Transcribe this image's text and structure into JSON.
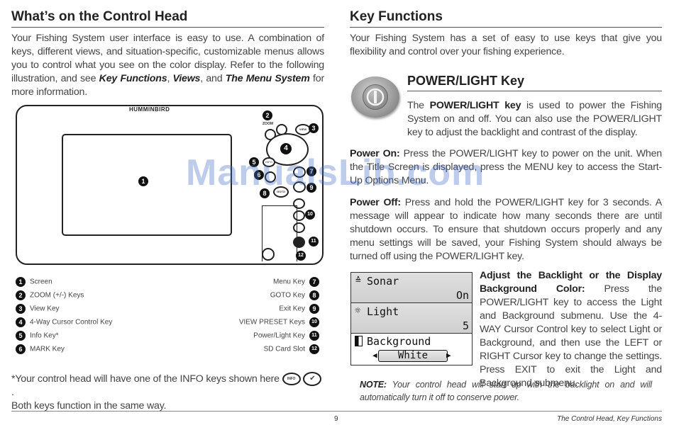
{
  "left": {
    "title": "What’s on the Control Head",
    "intro": {
      "text1": "Your Fishing System user interface is easy to use. A combination of keys, different views, and situation-specific, customizable menus allows you to control what you see on the color display. Refer to the following illustration, and see ",
      "link1": "Key Functions",
      "sep1": ", ",
      "link2": "Views",
      "sep2": ", and ",
      "link3": "The Menu System",
      "text2": " for more information."
    },
    "device": {
      "brand": "HUMMINBIRD",
      "zoom_label": "ZOOM",
      "view_key": "VIEW",
      "info_key": "INFO",
      "goto_key": "GOTO",
      "marks": [
        "1",
        "2",
        "3",
        "4",
        "5",
        "6",
        "7",
        "8",
        "9",
        "10",
        "11",
        "12"
      ]
    },
    "legend_left": [
      {
        "num": "1",
        "label": "Screen"
      },
      {
        "num": "2",
        "label": "ZOOM (+/-) Keys"
      },
      {
        "num": "3",
        "label": "View Key"
      },
      {
        "num": "4",
        "label": "4-Way Cursor Control Key"
      },
      {
        "num": "5",
        "label": "Info Key*"
      },
      {
        "num": "6",
        "label": "MARK Key"
      }
    ],
    "legend_right": [
      {
        "num": "7",
        "label": "Menu Key"
      },
      {
        "num": "8",
        "label": "GOTO Key"
      },
      {
        "num": "9",
        "label": "Exit Key"
      },
      {
        "num": "10",
        "label": "VIEW PRESET Keys"
      },
      {
        "num": "11",
        "label": "Power/Light Key"
      },
      {
        "num": "12",
        "label": "SD Card Slot"
      }
    ],
    "note_line1": "*Your control head will have one of the INFO keys shown here",
    "note_line2": "Both keys function in the same way.",
    "note_period": "."
  },
  "right": {
    "title": "Key Functions",
    "intro": "Your Fishing System has a set of easy to use keys that give you flexibility and control over your fishing experience.",
    "subtitle": "POWER/LIGHT Key",
    "p1_pre": "The ",
    "p1_bold": "POWER/LIGHT key",
    "p1_post": " is used to power the Fishing System on and off. You can also use the POWER/LIGHT key to adjust the backlight and contrast of the display.",
    "power_on_label": "Power On:",
    "power_on_text": " Press the POWER/LIGHT key to power on the unit. When the Title Screen is displayed, press the MENU key to access the Start-Up Options Menu.",
    "power_off_label": "Power Off:",
    "power_off_text": " Press and hold the POWER/LIGHT key for 3 seconds. A message will appear to indicate how many seconds there are until shutdown occurs. To ensure that shutdown occurs properly and any menu settings will be saved, your Fishing System should always be turned off using the POWER/LIGHT key.",
    "menu": {
      "sonar": "Sonar",
      "sonar_val": "On",
      "light": "Light",
      "light_val": "5",
      "background": "Background",
      "background_val": "White"
    },
    "adjust_label": "Adjust the Backlight or the Display Background Color:",
    "adjust_text": " Press the POWER/LIGHT key to access the Light and Background submenu. Use the 4-WAY Cursor Control key to select Light or Background, and then use the LEFT or RIGHT Cursor key to change the settings. Press EXIT to exit the Light and Background submenu.",
    "note_label": "NOTE:",
    "note_text": " Your control head will start up with the backlight on and will automatically turn it off to conserve power."
  },
  "watermark": "ManualsLib.com",
  "footer": {
    "page": "9",
    "section": "The Control Head, Key Functions"
  }
}
